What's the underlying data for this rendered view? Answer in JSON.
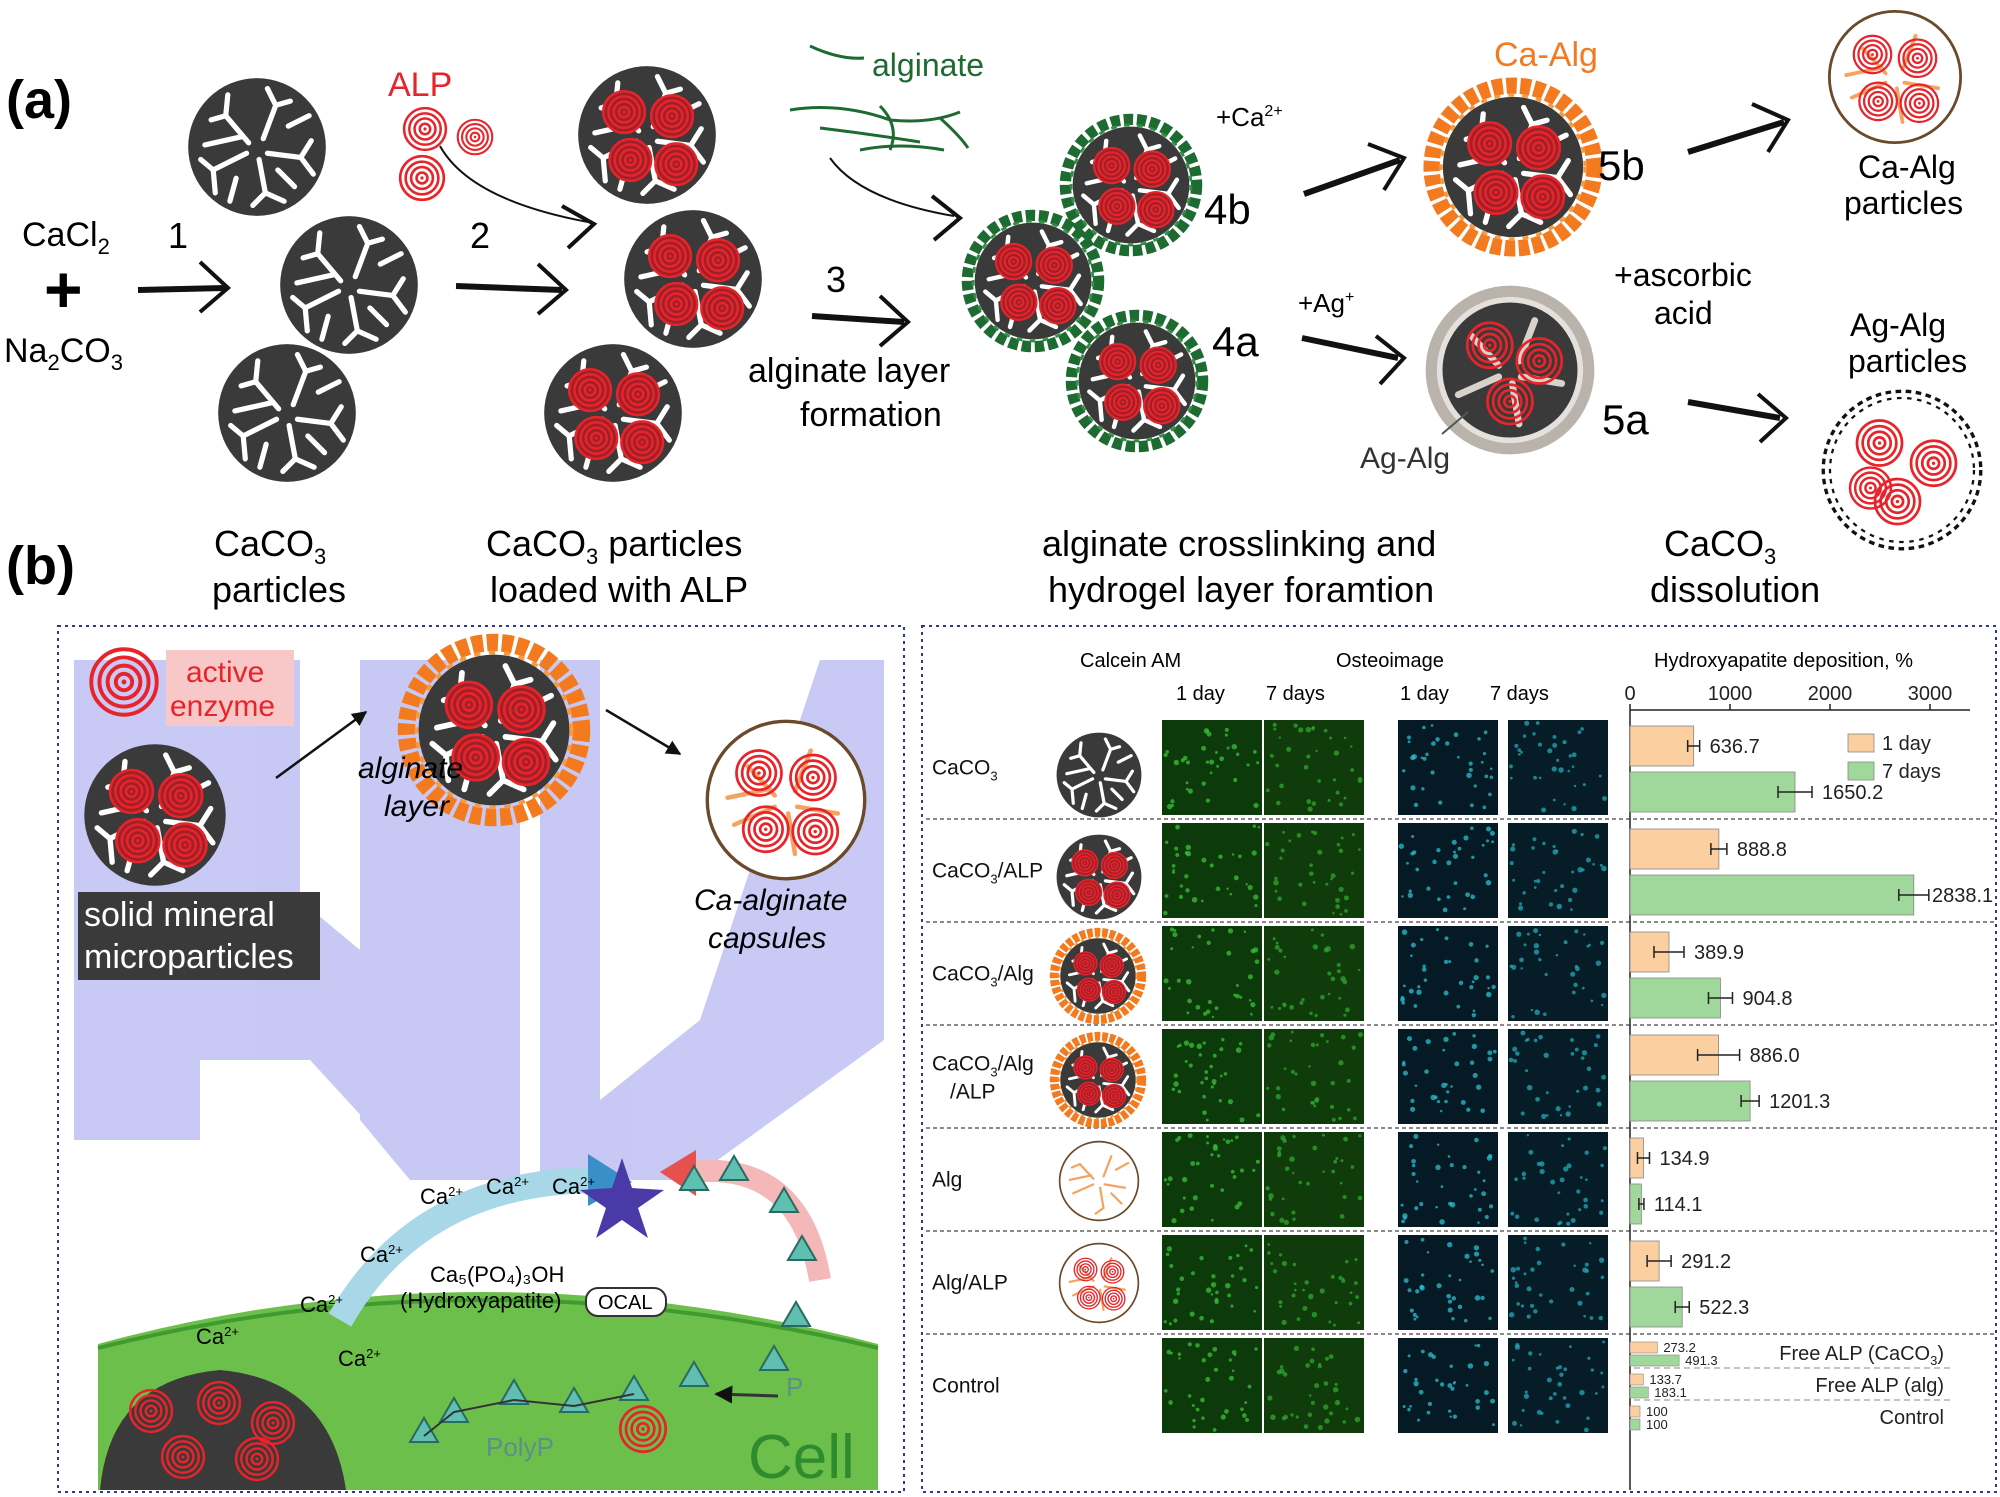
{
  "panel_a": {
    "label": "(a)",
    "reactant1": "CaCl",
    "reactant1_sub": "2",
    "plus": "+",
    "reactant2": "Na",
    "reactant2_sub": "2",
    "reactant2_tail": "CO",
    "reactant2_sub2": "3",
    "steps": [
      "1",
      "2",
      "3",
      "4b",
      "4a",
      "5b",
      "5a"
    ],
    "alp_label": "ALP",
    "alginate_label": "alginate",
    "alginate_step_line1": "alginate layer",
    "alginate_step_line2": "formation",
    "ca_ion": "+Ca",
    "ca_ion_sup": "2+",
    "ag_ion": "+Ag",
    "ag_ion_sup": "+",
    "ca_alg_label": "Ca-Alg",
    "ag_alg_label": "Ag-Alg",
    "ascorbic_line1": "+ascorbic",
    "ascorbic_line2": "acid",
    "ca_alg_particles_line1": "Ca-Alg",
    "ca_alg_particles_line2": "particles",
    "ag_alg_particles_line1": "Ag-Alg",
    "ag_alg_particles_line2": "particles",
    "caption_caco3_line1": "CaCO",
    "caption_caco3_sub": "3",
    "caption_caco3_line2": "particles",
    "caption_loaded_line1a": "CaCO",
    "caption_loaded_sub": "3",
    "caption_loaded_line1b": " particles",
    "caption_loaded_line2": "loaded with ALP",
    "caption_crosslink_line1": "alginate crosslinking and",
    "caption_crosslink_line2": "hydrogel layer foramtion",
    "caption_dissolution_line1": "CaCO",
    "caption_dissolution_sub": "3",
    "caption_dissolution_line2": "dissolution"
  },
  "panel_b": {
    "label": "(b)",
    "active_enzyme_line1": "active",
    "active_enzyme_line2": "enzyme",
    "solid_line1": "solid mineral",
    "solid_line2": "microparticles",
    "alginate_layer_line1": "alginate",
    "alginate_layer_line2": "layer",
    "capsules_line1": "Ca-alginate",
    "capsules_line2": "capsules",
    "ca_ion": "Ca",
    "ca_ion_sup": "2+",
    "hydroxyapatite_formula": "Ca₅(PO₄)₃OH",
    "hydroxyapatite_name": "(Hydroxyapatite)",
    "ocal": "OCAL",
    "polyp": "PolyP",
    "p": "P",
    "cell": "Cell"
  },
  "table": {
    "col_calcein": "Calcein AM",
    "col_osteo": "Osteoimage",
    "col_1day": "1 day",
    "col_7days": "7 days",
    "col_hydroxy": "Hydroxyapatite deposition, %",
    "rows": [
      {
        "label": "CaCO",
        "sub": "3",
        "tail": ""
      },
      {
        "label": "CaCO",
        "sub": "3",
        "tail": "/ALP"
      },
      {
        "label": "CaCO",
        "sub": "3",
        "tail": "/Alg"
      },
      {
        "label": "CaCO",
        "sub": "3",
        "tail": "/Alg",
        "line2": "/ALP"
      },
      {
        "label": "Alg",
        "sub": "",
        "tail": ""
      },
      {
        "label": "Alg/ALP",
        "sub": "",
        "tail": ""
      },
      {
        "label": "Control",
        "sub": "",
        "tail": ""
      }
    ]
  },
  "chart_data": {
    "type": "bar",
    "orientation": "horizontal",
    "title": "Hydroxyapatite deposition, %",
    "xlim": [
      0,
      3400
    ],
    "xticks": [
      0,
      1000,
      2000,
      3000
    ],
    "categories": [
      "CaCO3",
      "CaCO3/ALP",
      "CaCO3/Alg",
      "CaCO3/Alg/ALP",
      "Alg",
      "Alg/ALP"
    ],
    "series": [
      {
        "name": "1 day",
        "color": "#fbcfa0",
        "values": [
          636.7,
          888.8,
          389.9,
          886.0,
          134.9,
          291.2
        ],
        "errors": [
          60,
          80,
          150,
          210,
          60,
          120
        ]
      },
      {
        "name": "7 days",
        "color": "#9fd89a",
        "values": [
          1650.2,
          2838.1,
          904.8,
          1201.3,
          114.1,
          522.3
        ],
        "errors": [
          170,
          150,
          120,
          90,
          25,
          70
        ]
      }
    ],
    "labels": [
      [
        "636.7",
        "1650.2"
      ],
      [
        "888.8",
        "2838.1"
      ],
      [
        "389.9",
        "904.8"
      ],
      [
        "886.0",
        "1201.3"
      ],
      [
        "134.9",
        "114.1"
      ],
      [
        "291.2",
        "522.3"
      ]
    ],
    "control_bars": [
      {
        "name": "Free ALP (CaCO3)",
        "label": "Free ALP (CaCO",
        "label_sub": "3",
        "label_tail": ")",
        "values": [
          273.2,
          491.3
        ],
        "labels": [
          "273.2",
          "491.3"
        ]
      },
      {
        "name": "Free ALP (alg)",
        "label": "Free ALP (alg)",
        "values": [
          133.7,
          183.1
        ],
        "labels": [
          "133.7",
          "183.1"
        ]
      },
      {
        "name": "Control",
        "label": "Control",
        "values": [
          100,
          100
        ],
        "labels": [
          "100",
          "100"
        ]
      }
    ],
    "legend_position": "top-right",
    "colors": {
      "one_day": "#fbcfa0",
      "seven_days": "#9fd89a"
    }
  }
}
